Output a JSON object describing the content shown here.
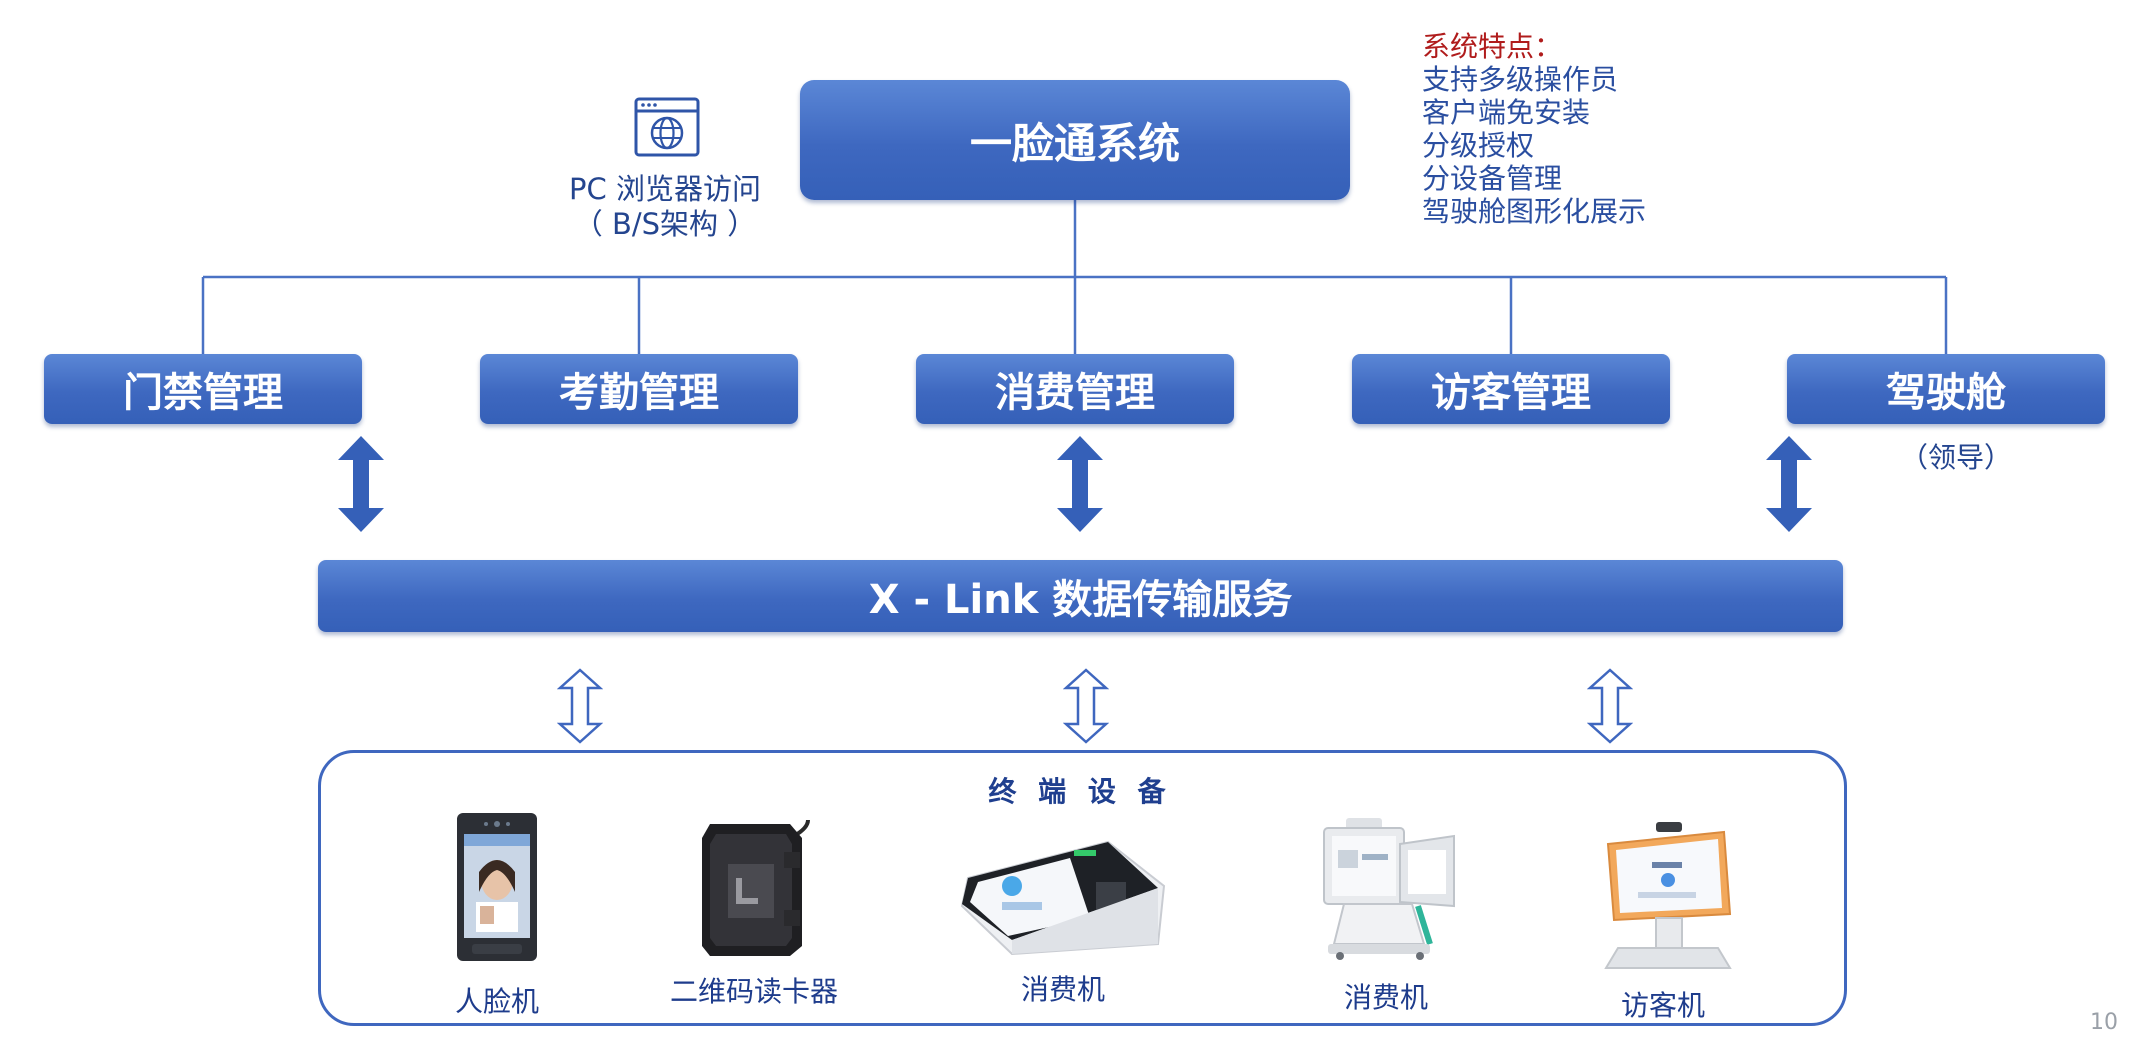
{
  "main_system": "一脸通系统",
  "browser": {
    "line1": "PC 浏览器访问",
    "line2": "（ B/S架构 ）",
    "icon": "browser-globe-icon"
  },
  "features": {
    "title": "系统特点：",
    "items": [
      "支持多级操作员",
      "客户端免安装",
      "分级授权",
      "分设备管理",
      "驾驶舱图形化展示"
    ]
  },
  "modules": [
    {
      "label": "门禁管理"
    },
    {
      "label": "考勤管理"
    },
    {
      "label": "消费管理"
    },
    {
      "label": "访客管理"
    },
    {
      "label": "驾驶舱",
      "note": "（领导）"
    }
  ],
  "xlink": "X - Link 数据传输服务",
  "terminal": {
    "title": "终 端 设 备",
    "devices": [
      {
        "label": "人脸机"
      },
      {
        "label": "二维码读卡器"
      },
      {
        "label": "消费机"
      },
      {
        "label": "消费机"
      },
      {
        "label": "访客机"
      }
    ]
  },
  "page_number": "10",
  "colors": {
    "box_blue": "#3e68c0",
    "line_blue": "#4a72c4",
    "feature_title_red": "#b01c1c",
    "text_blue": "#2a4ea0"
  }
}
